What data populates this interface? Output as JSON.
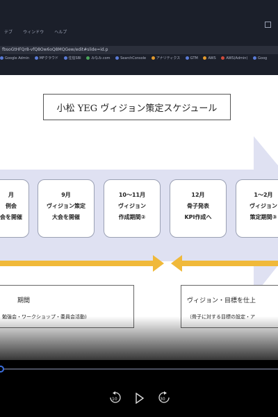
{
  "browser": {
    "menu": [
      "テブ",
      "ウィンドウ",
      "ヘルプ"
    ],
    "url": "fbsoGtHFQr8-vfQ8Ow6oQ8MQGew/edit#slide=id.p",
    "bookmarks": [
      {
        "label": "Google Admin",
        "icon": "google-admin-icon"
      },
      {
        "label": "MFクラウド",
        "icon": "mf-cloud-icon"
      },
      {
        "label": "住信SBI",
        "icon": "sbi-bank-icon"
      },
      {
        "label": "みなみ.com",
        "icon": "minami-icon"
      },
      {
        "label": "SearchConsole",
        "icon": "search-console-icon"
      },
      {
        "label": "アナリティクス",
        "icon": "analytics-icon"
      },
      {
        "label": "GTM",
        "icon": "gtm-icon"
      },
      {
        "label": "AWS",
        "icon": "aws-icon"
      },
      {
        "label": "AWS(Admin)",
        "icon": "aws-admin-icon"
      },
      {
        "label": "Goog",
        "icon": "google-icon"
      }
    ]
  },
  "slide": {
    "title": "小松 YEG ヴィジョン策定スケジュール",
    "months": [
      {
        "lines": [
          "月",
          "例会",
          "会を開催"
        ]
      },
      {
        "lines": [
          "9月",
          "ヴィジョン策定",
          "大会を開催"
        ]
      },
      {
        "lines": [
          "10〜11月",
          "ヴィジョン",
          "作成期間②"
        ]
      },
      {
        "lines": [
          "12月",
          "骨子発表",
          "KPI作成へ"
        ]
      },
      {
        "lines": [
          "1〜2月",
          "ヴィジョン",
          "策定期間③"
        ]
      }
    ],
    "left_box": {
      "title": "期間",
      "subtitle": "勉強会・ワークショップ・委員会活動)"
    },
    "right_box": {
      "title": "ヴィジョン・目標を仕上",
      "subtitle": "（骨子に対する目標の設定・ア"
    }
  },
  "player": {
    "rewind_label": "10",
    "forward_label": "30",
    "accent": "#3b6fe0"
  },
  "colors": {
    "arrow": "#dfe1f2",
    "timeline_arrow": "#f0b93a"
  }
}
